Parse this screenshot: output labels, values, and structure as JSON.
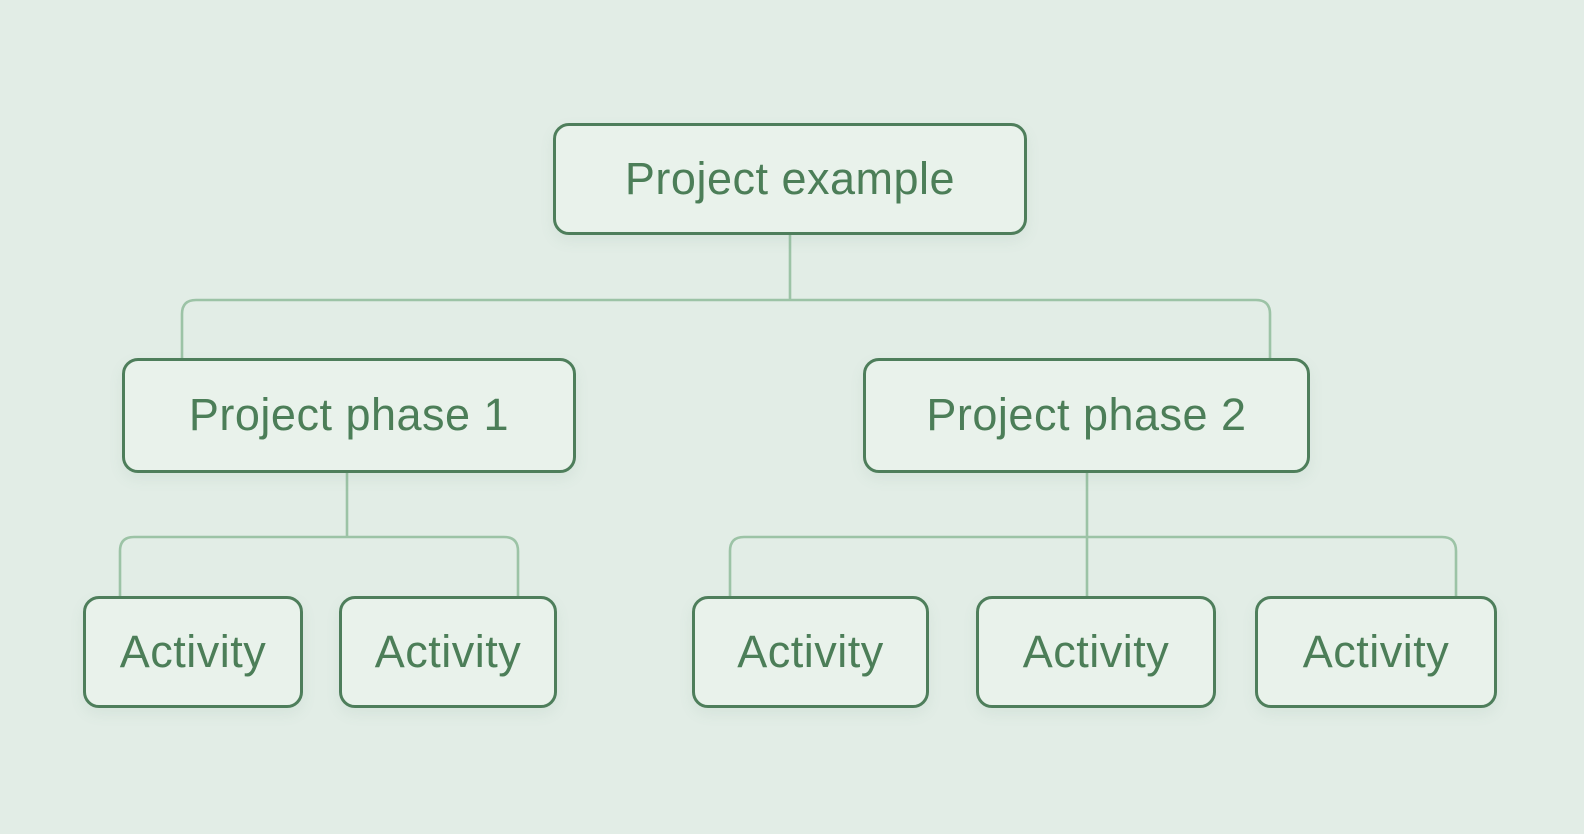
{
  "diagram": {
    "type": "tree",
    "title": "Project example",
    "levels": [
      "project",
      "phase",
      "activity"
    ],
    "nodes": [
      {
        "id": "root",
        "label": "Project example",
        "level": 1,
        "parent": null,
        "children": [
          "phase-1",
          "phase-2"
        ]
      },
      {
        "id": "phase-1",
        "label": "Project phase 1",
        "level": 2,
        "parent": "root",
        "children": [
          "activity-1",
          "activity-2"
        ]
      },
      {
        "id": "phase-2",
        "label": "Project phase 2",
        "level": 2,
        "parent": "root",
        "children": [
          "activity-3",
          "activity-4",
          "activity-5"
        ]
      },
      {
        "id": "activity-1",
        "label": "Activity",
        "level": 3,
        "parent": "phase-1",
        "children": []
      },
      {
        "id": "activity-2",
        "label": "Activity",
        "level": 3,
        "parent": "phase-1",
        "children": []
      },
      {
        "id": "activity-3",
        "label": "Activity",
        "level": 3,
        "parent": "phase-2",
        "children": []
      },
      {
        "id": "activity-4",
        "label": "Activity",
        "level": 3,
        "parent": "phase-2",
        "children": []
      },
      {
        "id": "activity-5",
        "label": "Activity",
        "level": 3,
        "parent": "phase-2",
        "children": []
      }
    ],
    "colors": {
      "background": "#E2EDE6",
      "node_fill": "#E9F2EB",
      "node_border": "#4E7E5B",
      "node_text": "#4C7E58",
      "connector": "#9CC3A6"
    }
  }
}
